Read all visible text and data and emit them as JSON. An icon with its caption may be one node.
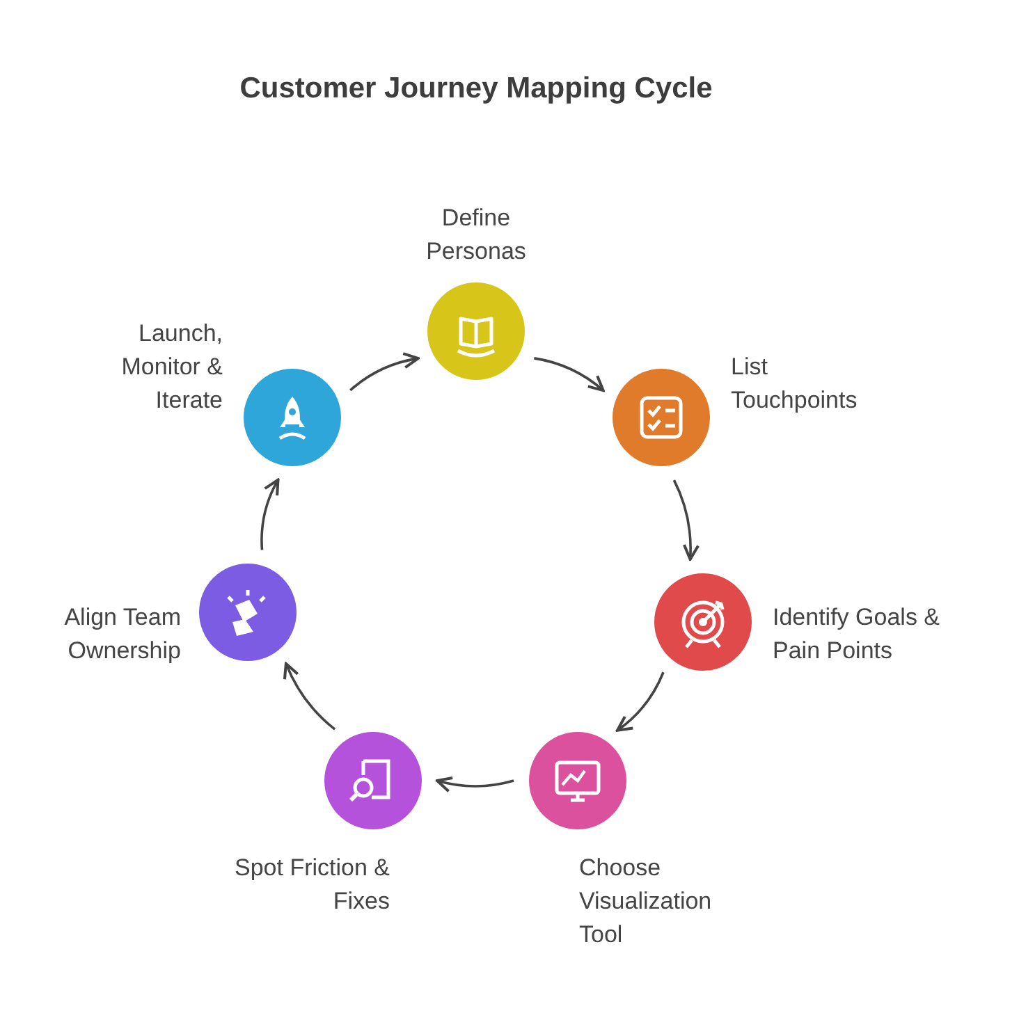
{
  "diagram": {
    "title": "Customer Journey Mapping Cycle",
    "nodes": [
      {
        "text": [
          "Define Personas"
        ]
      },
      {
        "text": [
          "List Touchpoints"
        ]
      },
      {
        "text": [
          "Identify Goals & Pain Points"
        ]
      },
      {
        "text": [
          "Choose Visualization Tool"
        ]
      },
      {
        "text": [
          "Spot Friction & Fixes"
        ]
      },
      {
        "text": [
          "Align Team Ownership"
        ]
      },
      {
        "text": [
          "Launch, Monitor & Iterate"
        ]
      }
    ],
    "edges": [
      {
        "from": 0,
        "to": 1,
        "arrow": "to"
      },
      {
        "from": 1,
        "to": 2,
        "arrow": "to"
      },
      {
        "from": 2,
        "to": 3,
        "arrow": "to"
      },
      {
        "from": 3,
        "to": 4,
        "arrow": "to"
      },
      {
        "from": 4,
        "to": 5,
        "arrow": "to"
      },
      {
        "from": 5,
        "to": 6,
        "arrow": "to"
      },
      {
        "from": 6,
        "to": 0,
        "arrow": "to"
      }
    ]
  }
}
